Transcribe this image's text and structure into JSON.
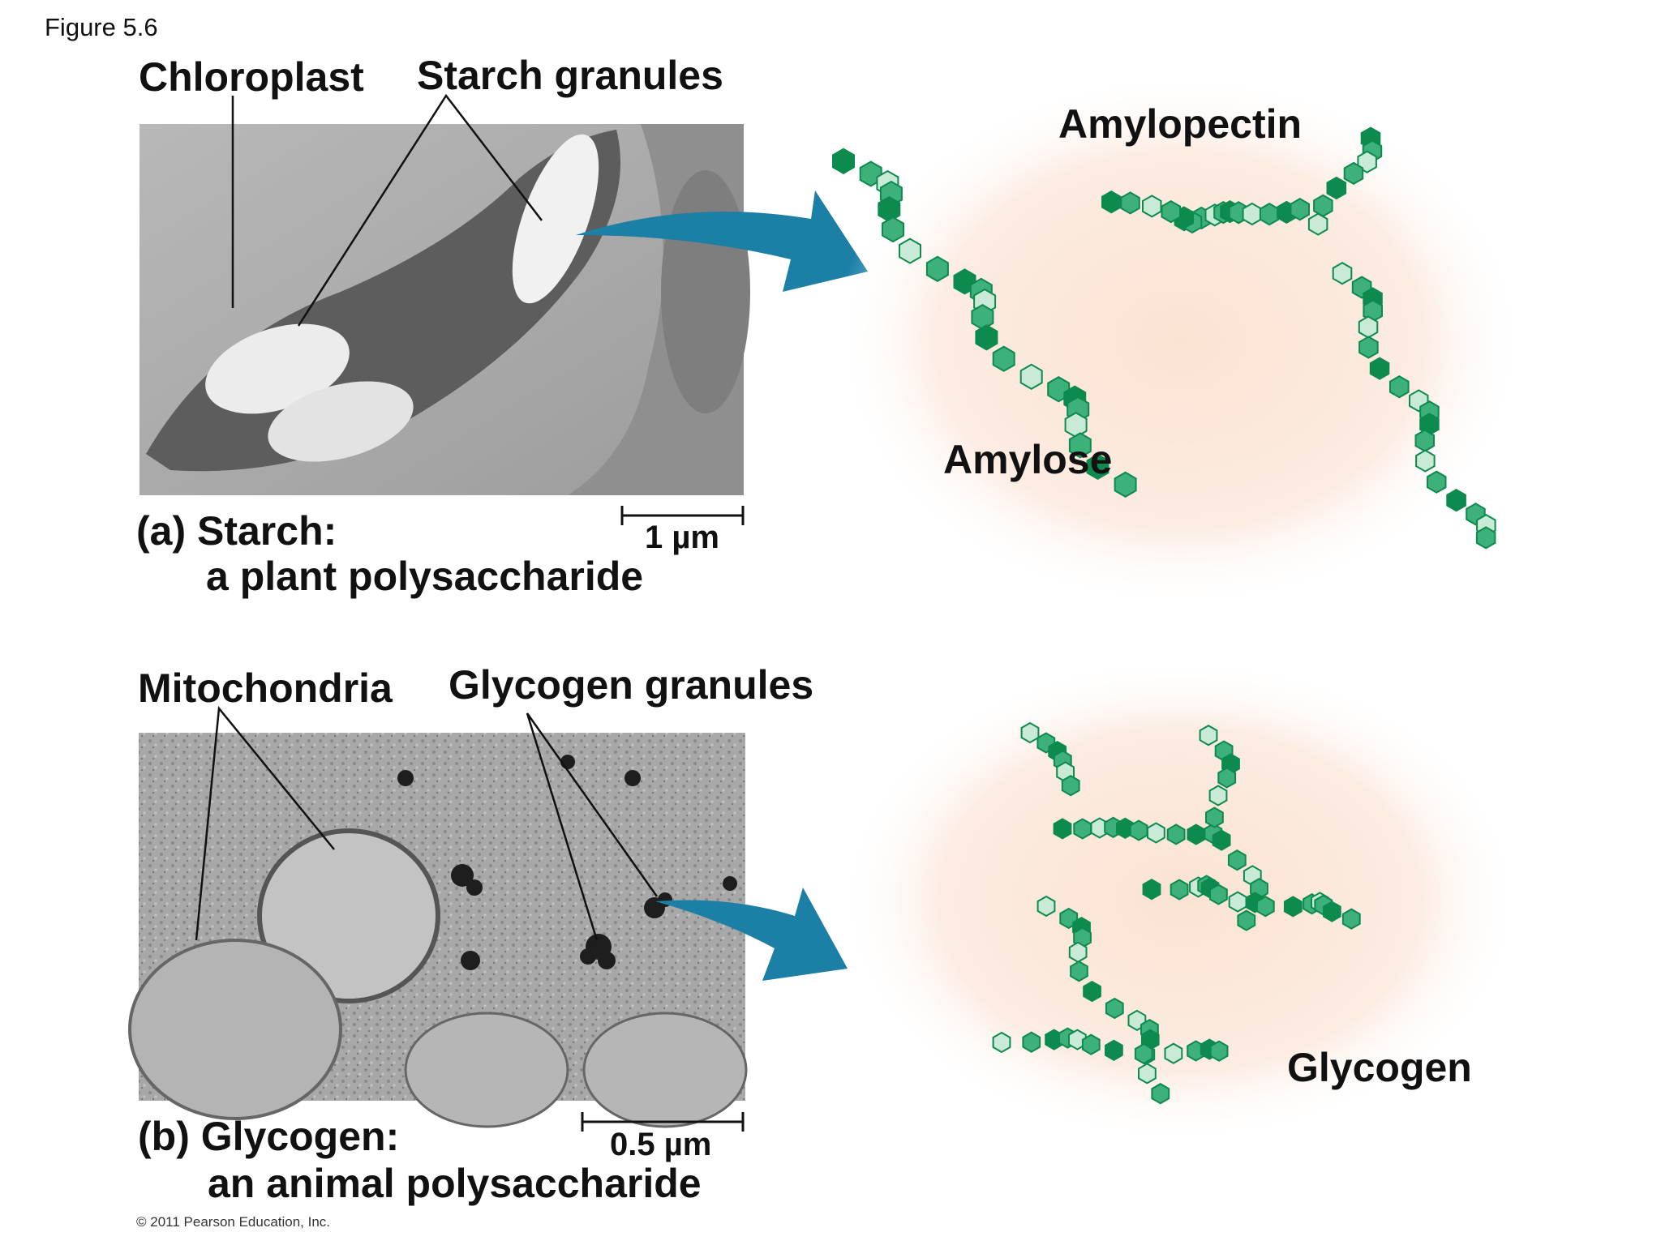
{
  "figure": {
    "label": "Figure 5.6",
    "copyright": "© 2011 Pearson Education, Inc."
  },
  "panel_a": {
    "label_chloroplast": "Chloroplast",
    "label_starch_granules": "Starch granules",
    "caption_line1": "(a) Starch:",
    "caption_line2": "a plant polysaccharide",
    "scale_bar": "1 µm",
    "label_amylopectin": "Amylopectin",
    "label_amylose": "Amylose"
  },
  "panel_b": {
    "label_mitochondria": "Mitochondria",
    "label_glycogen_granules": "Glycogen granules",
    "caption_line1": "(b) Glycogen:",
    "caption_line2": "an animal polysaccharide",
    "scale_bar": "0.5 µm",
    "label_glycogen": "Glycogen"
  },
  "colors": {
    "arrow": "#1b7fa6",
    "glow": "#fbe7da",
    "hex_dark": "#0d8a4e",
    "hex_mid": "#3eb07a",
    "hex_light": "#c9ead6",
    "micrograph_a": "#a9a9a9",
    "micrograph_b": "#9a9a9a"
  }
}
